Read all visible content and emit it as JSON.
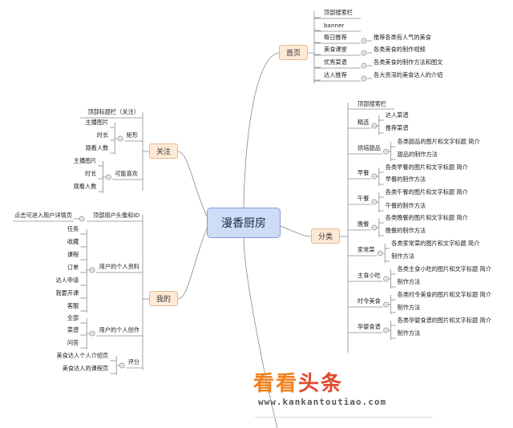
{
  "root": "漫香厨房",
  "home": {
    "label": "首页",
    "items": [
      {
        "text": "顶部搜索栏"
      },
      {
        "text": "banner"
      },
      {
        "text": "每日推荐",
        "detail": "推荐各类有人气的美食"
      },
      {
        "text": "美食课堂",
        "detail": "各类美食的制作视频"
      },
      {
        "text": "优秀菜谱",
        "detail": "各类美食的制作方法和图文"
      },
      {
        "text": "达人推荐",
        "detail": "各大资深的美食达人的介绍"
      }
    ]
  },
  "follow": {
    "label": "关注",
    "top": "顶部标题栏（关注）",
    "groups": [
      {
        "label": "矩形",
        "items": [
          "主播图片",
          "时长",
          "观看人数"
        ]
      },
      {
        "label": "可能喜欢",
        "items": [
          "主播图片",
          "时长",
          "观看人数"
        ]
      }
    ]
  },
  "category": {
    "label": "分类",
    "top": "顶部搜索栏",
    "groups": [
      {
        "label": "精选",
        "items": [
          "达人菜谱",
          "推荐菜谱"
        ]
      },
      {
        "label": "烘焙甜品",
        "items": [
          "各类甜品的图片和文字标题 简介",
          "甜品的制作方法"
        ]
      },
      {
        "label": "早餐",
        "items": [
          "各类早餐的图片和文字标题 简介",
          "早餐的制作方法"
        ]
      },
      {
        "label": "午餐",
        "items": [
          "各类午餐的图片和文字标题 简介",
          "午餐的制作方法"
        ]
      },
      {
        "label": "晚餐",
        "items": [
          "各类晚餐的图片和文字标题 简介",
          "晚餐的制作方法"
        ]
      },
      {
        "label": "家常菜",
        "items": [
          "各类家常菜的图片和文字标题 简介",
          "制作方法"
        ]
      },
      {
        "label": "主食小吃",
        "items": [
          "各类主食小吃的图片和文字标题 简介",
          "制作方法"
        ]
      },
      {
        "label": "时令美食",
        "items": [
          "各类时令美食的图片和文字标题 简介",
          "制作方法"
        ]
      },
      {
        "label": "孕婴食谱",
        "items": [
          "各类孕婴食谱的图片和文字标题 简介",
          "制作方法"
        ]
      }
    ]
  },
  "mine": {
    "label": "我的",
    "avatar": {
      "label": "顶部用户头像和ID",
      "note": "点击可进入用户详情页"
    },
    "profile": {
      "label": "用户的个人资料",
      "items": [
        "任务",
        "收藏",
        "课程",
        "订单",
        "达人申请",
        "我要开课",
        "客服"
      ]
    },
    "creation": {
      "label": "用户的个人创作",
      "items": [
        "全部",
        "菜谱",
        "问答"
      ]
    },
    "review": {
      "label": "评分",
      "items": [
        "美食达人个人介绍页",
        "美食达人的课程页"
      ]
    }
  },
  "watermark": {
    "part1": "看看",
    "part2": "头条",
    "url": "www.kankantoutiao.com"
  },
  "colors": {
    "root_fill": "#cfdcf7",
    "branch_fill": "#fde9d5",
    "line": "#8a8a8a",
    "watermark_orange": "#f0811e",
    "watermark_red": "#e24a30"
  }
}
